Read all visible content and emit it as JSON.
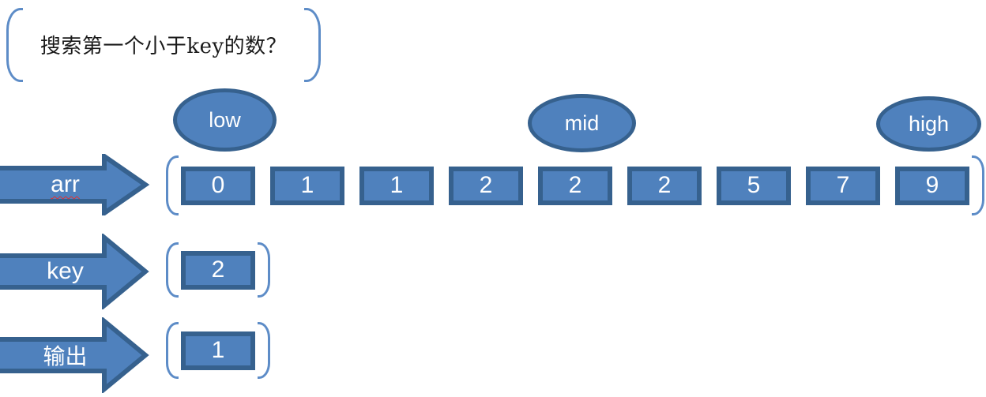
{
  "title": {
    "text": "搜索第一个小于key的数？"
  },
  "pointers": [
    {
      "label": "low"
    },
    {
      "label": "mid"
    },
    {
      "label": "high"
    }
  ],
  "rows": [
    {
      "label": "arr",
      "values": [
        "0",
        "1",
        "1",
        "2",
        "2",
        "2",
        "5",
        "7",
        "9"
      ]
    },
    {
      "label": "key",
      "values": [
        "2"
      ]
    },
    {
      "label": "输出",
      "values": [
        "1"
      ]
    }
  ],
  "colors": {
    "shape_fill": "#4f81bd",
    "shape_border": "#36618e",
    "bracket": "#5d8cc7",
    "shape_text": "#ffffff",
    "spellcheck_underline": "#e03030",
    "title_text": "#1a1a1a"
  }
}
